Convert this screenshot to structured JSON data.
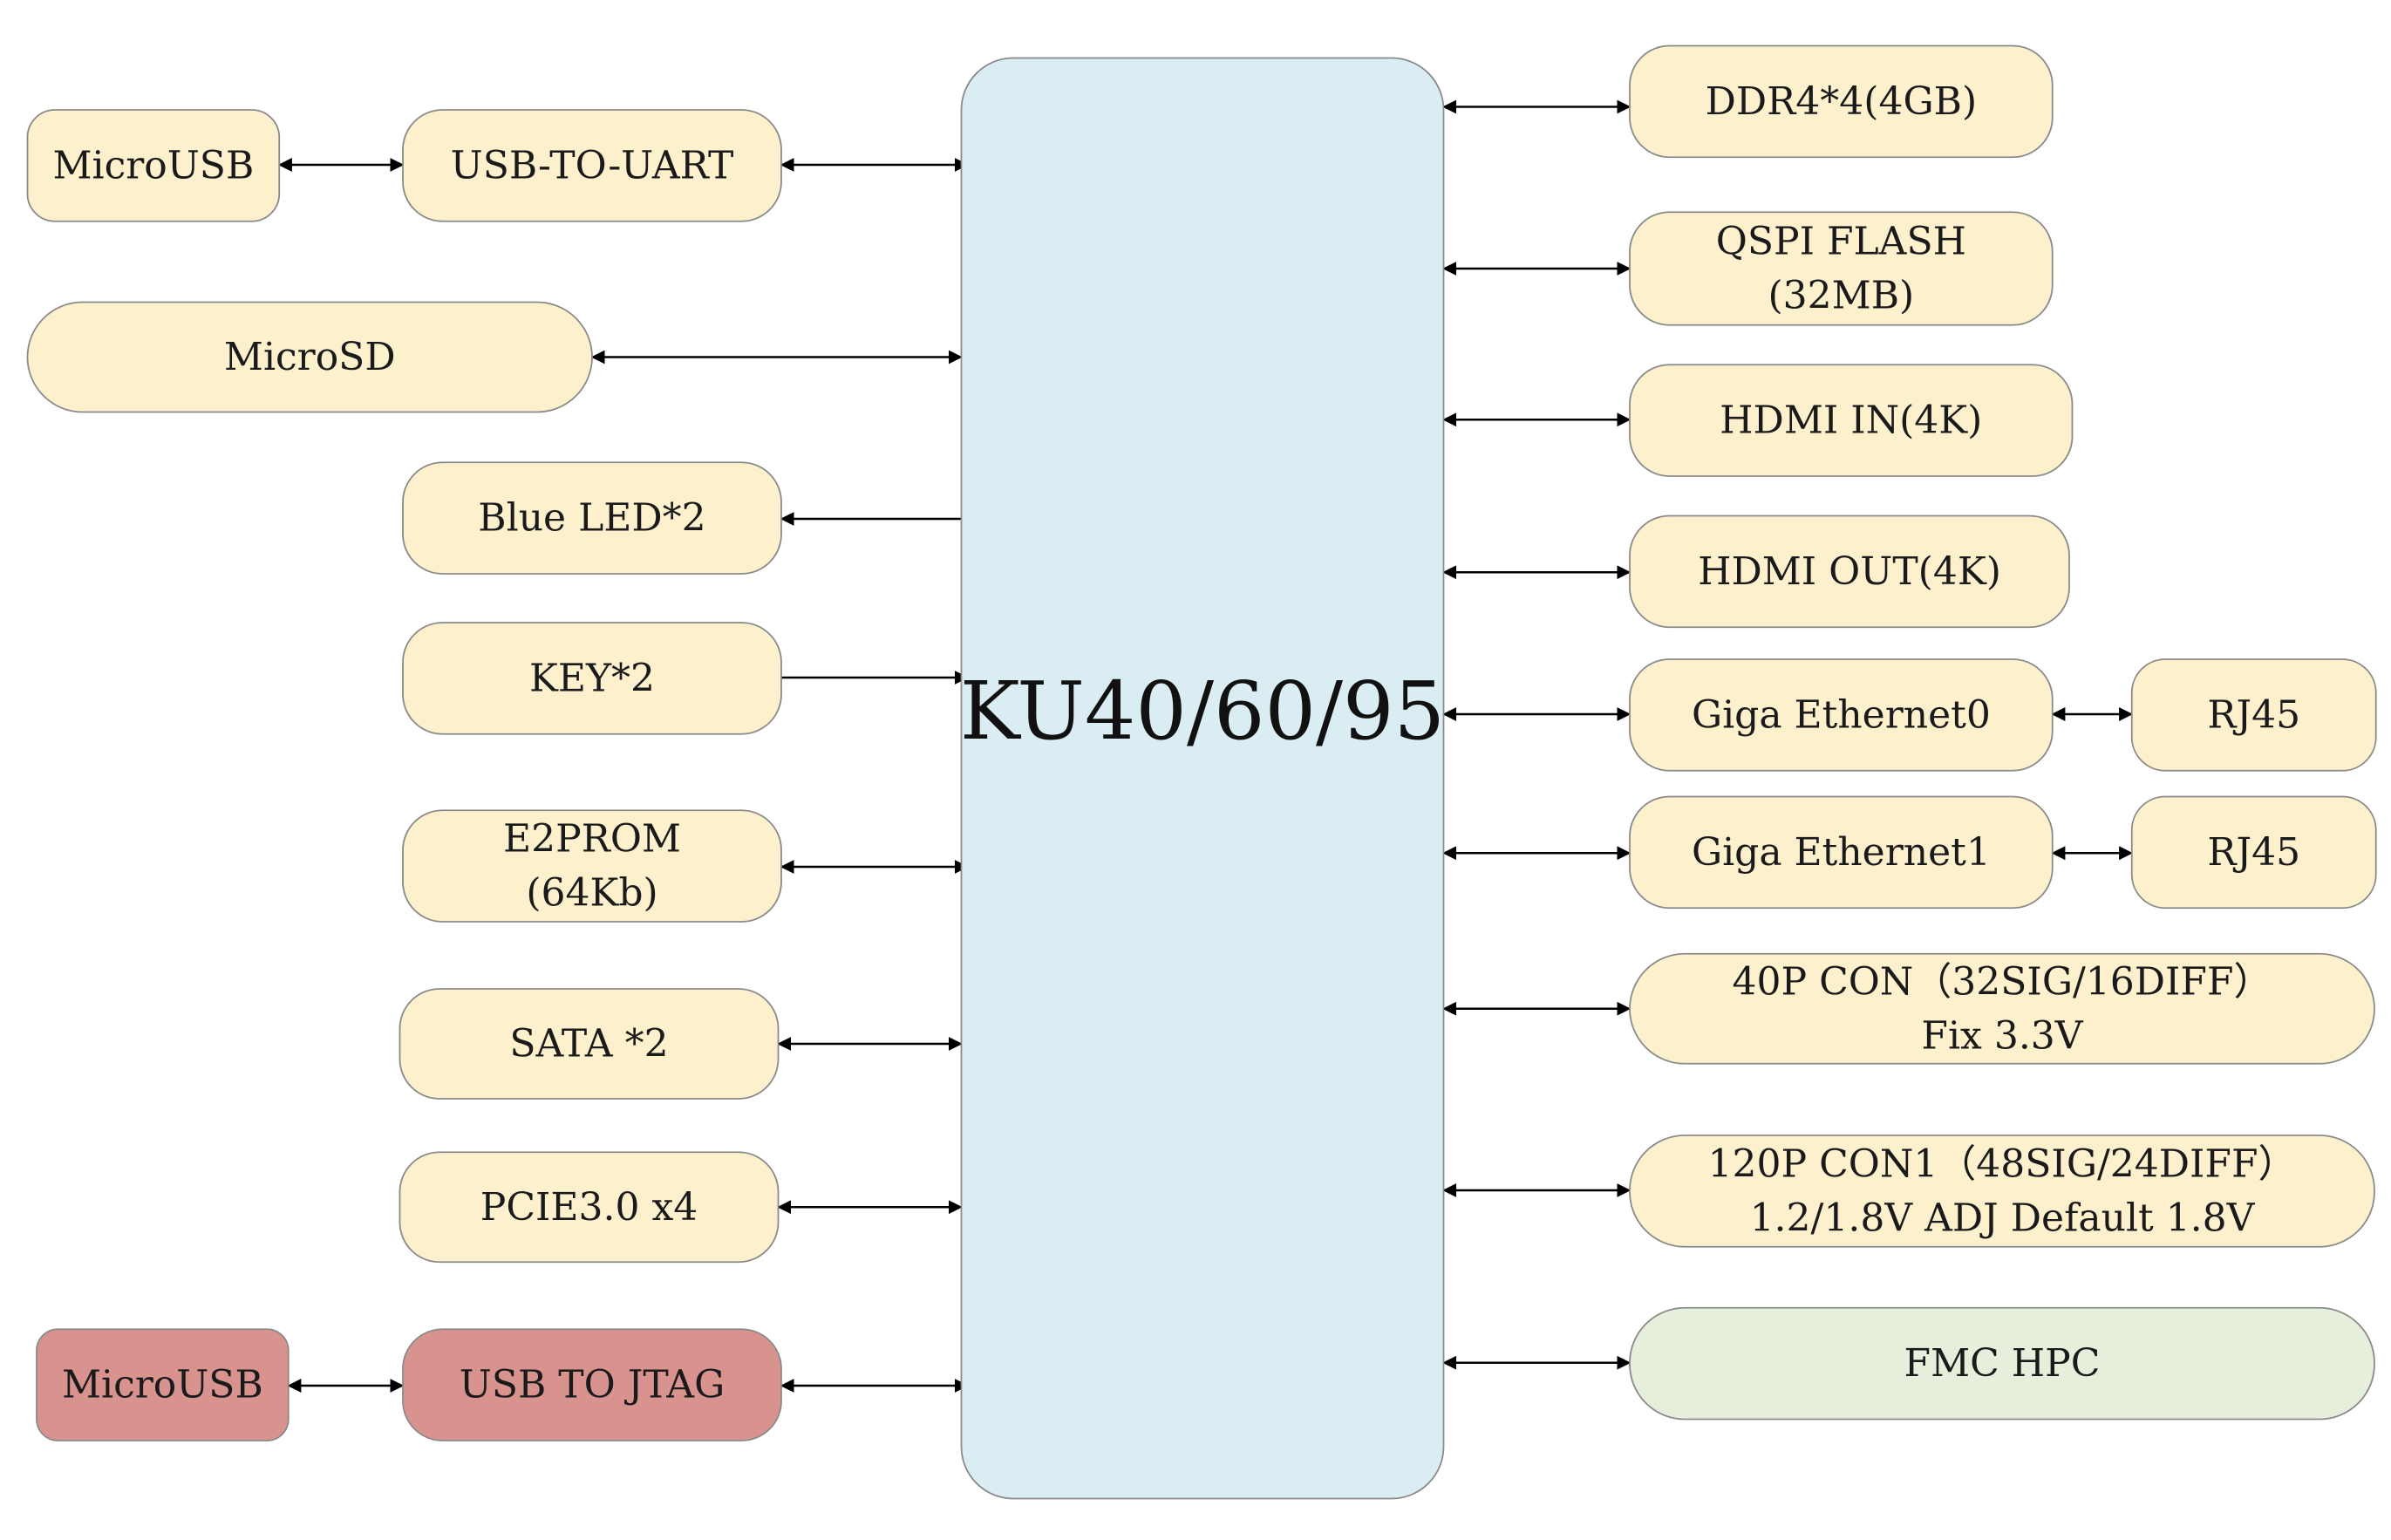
{
  "diagram": {
    "fpga": {
      "label": "KU40/60/95",
      "fill": "#daedf3"
    },
    "colors": {
      "peripheral": "#fdf0cd",
      "jtag": "#d8938f",
      "fmc": "#e6efdb",
      "stroke": "#8a8a8a",
      "arrow": "#000000"
    },
    "left_blocks": [
      {
        "key": "micro-usb-uart",
        "lines": [
          "MicroUSB"
        ],
        "style": "peripheral"
      },
      {
        "key": "usb-to-uart",
        "lines": [
          "USB-TO-UART"
        ],
        "style": "peripheral"
      },
      {
        "key": "microsd",
        "lines": [
          "MicroSD"
        ],
        "style": "peripheral"
      },
      {
        "key": "blue-led",
        "lines": [
          "Blue LED*2"
        ],
        "style": "peripheral"
      },
      {
        "key": "key",
        "lines": [
          "KEY*2"
        ],
        "style": "peripheral"
      },
      {
        "key": "e2prom",
        "lines": [
          "E2PROM",
          "(64Kb)"
        ],
        "style": "peripheral"
      },
      {
        "key": "sata",
        "lines": [
          "SATA *2"
        ],
        "style": "peripheral"
      },
      {
        "key": "pcie",
        "lines": [
          "PCIE3.0 x4"
        ],
        "style": "peripheral"
      },
      {
        "key": "micro-usb-jtag",
        "lines": [
          "MicroUSB"
        ],
        "style": "jtag"
      },
      {
        "key": "usb-to-jtag",
        "lines": [
          "USB TO JTAG"
        ],
        "style": "jtag"
      }
    ],
    "right_blocks": [
      {
        "key": "ddr4",
        "lines": [
          "DDR4*4(4GB)"
        ],
        "style": "peripheral"
      },
      {
        "key": "qspi-flash",
        "lines": [
          "QSPI FLASH",
          "(32MB)"
        ],
        "style": "peripheral"
      },
      {
        "key": "hdmi-in",
        "lines": [
          "HDMI IN(4K)"
        ],
        "style": "peripheral"
      },
      {
        "key": "hdmi-out",
        "lines": [
          "HDMI OUT(4K)"
        ],
        "style": "peripheral"
      },
      {
        "key": "giga-ethernet0",
        "lines": [
          "Giga Ethernet0"
        ],
        "style": "peripheral"
      },
      {
        "key": "rj45-0",
        "lines": [
          "RJ45"
        ],
        "style": "peripheral"
      },
      {
        "key": "giga-ethernet1",
        "lines": [
          "Giga Ethernet1"
        ],
        "style": "peripheral"
      },
      {
        "key": "rj45-1",
        "lines": [
          "RJ45"
        ],
        "style": "peripheral"
      },
      {
        "key": "con-40p",
        "lines": [
          "40P CON（32SIG/16DIFF）",
          "Fix 3.3V"
        ],
        "style": "peripheral"
      },
      {
        "key": "con-120p",
        "lines": [
          "120P CON1（48SIG/24DIFF）",
          "1.2/1.8V ADJ Default 1.8V"
        ],
        "style": "peripheral"
      },
      {
        "key": "fmc-hpc",
        "lines": [
          "FMC HPC"
        ],
        "style": "fmc"
      }
    ]
  }
}
